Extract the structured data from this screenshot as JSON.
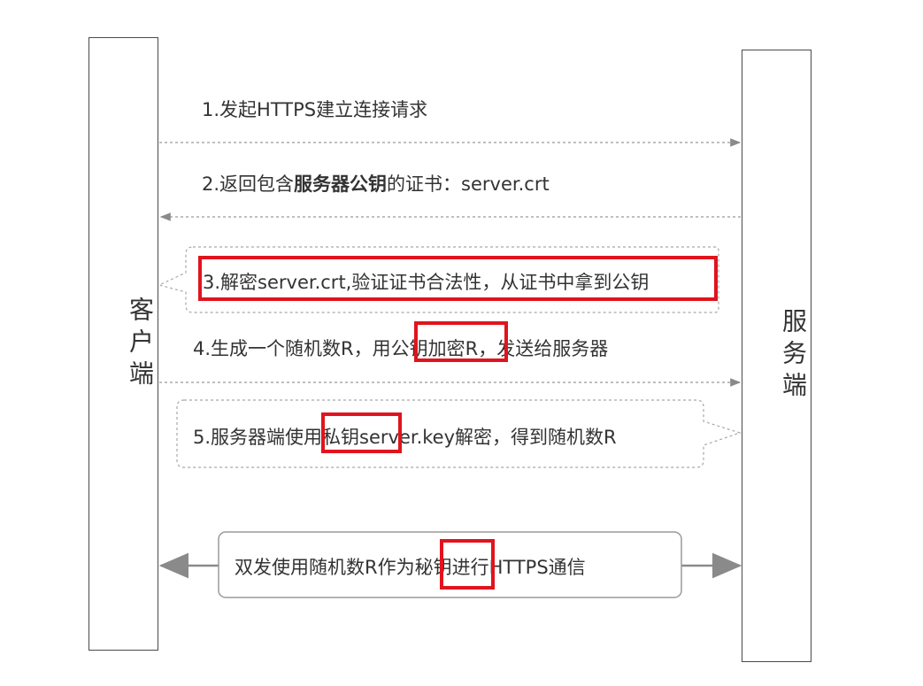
{
  "actors": {
    "client": "客户端",
    "server": "服务端"
  },
  "steps": {
    "s1": "1.发起HTTPS建立连接请求",
    "s2_prefix": "2.返回包含",
    "s2_bold": "服务器公钥",
    "s2_suffix": "的证书：server.crt",
    "s3": "3.解密server.crt,验证证书合法性，从证书中拿到公钥",
    "s4": "4.生成一个随机数R，用公钥加密R，发送给服务器",
    "s5": "5.服务器端使用私钥server.key解密，得到随机数R",
    "final": "双发使用随机数R作为秘钥进行HTTPS通信"
  },
  "colors": {
    "highlight": "#e0141e",
    "line": "#999999",
    "border": "#4a4a4a"
  }
}
